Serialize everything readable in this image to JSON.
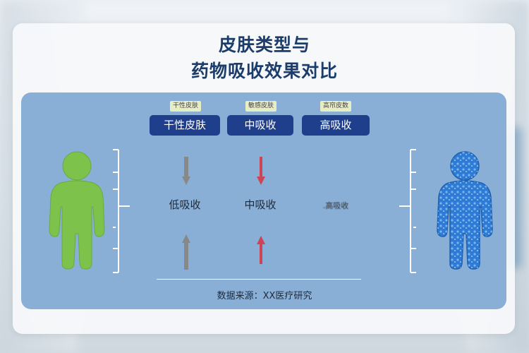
{
  "title": {
    "line1": "皮肤类型与",
    "line2": "药物吸收效果对比"
  },
  "columns": [
    {
      "tag": "干性皮肤",
      "button": "干性皮肤",
      "label": "低吸收",
      "color": "#888888"
    },
    {
      "tag": "敏感皮肤",
      "button": "中吸收",
      "label": "中吸收",
      "color": "#cc4455"
    },
    {
      "tag": "高帘皮数",
      "button": "高吸收",
      "label": ".高吸收",
      "color": "#2d2d2d"
    }
  ],
  "figures": {
    "left_color": "#7cc24b",
    "right_color": "#2e7bd6"
  },
  "source": "数据来源：XX医疗研究"
}
